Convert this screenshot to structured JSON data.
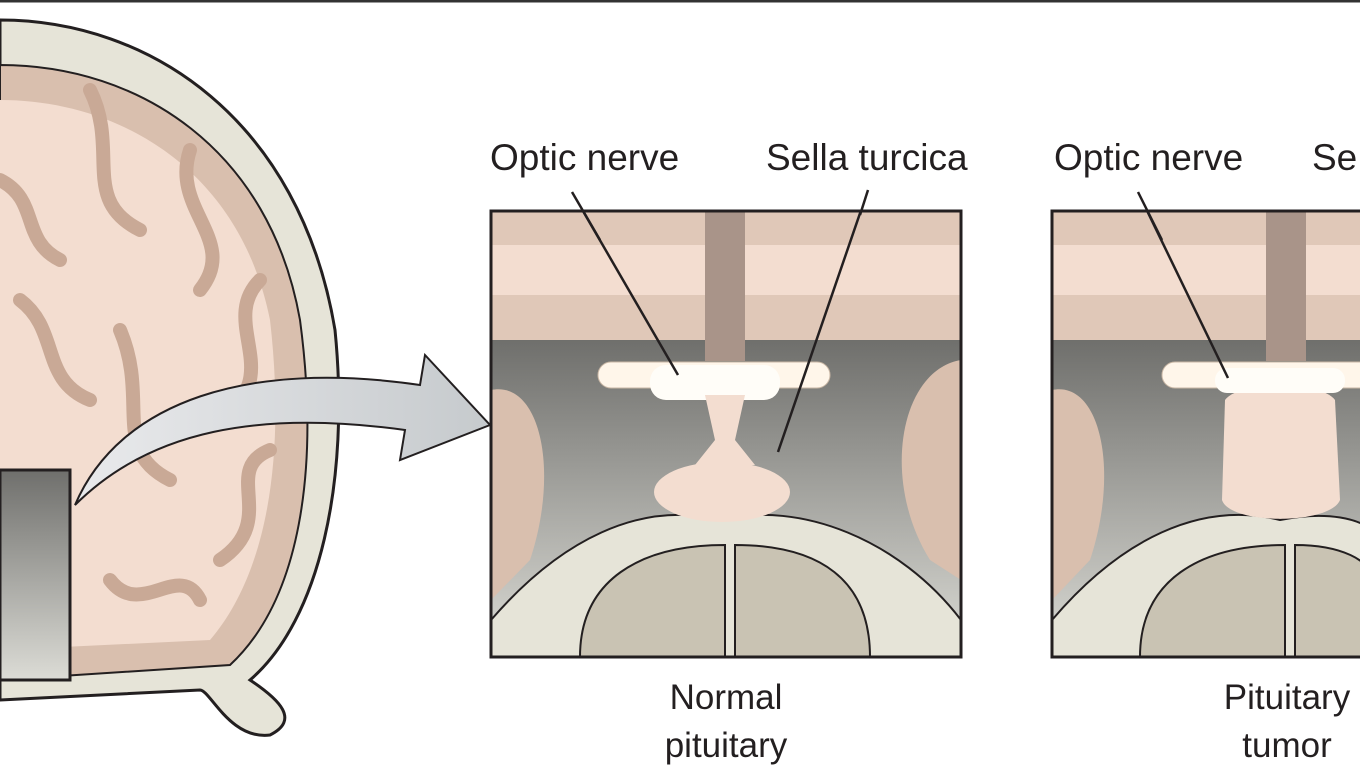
{
  "labels": {
    "panel_normal": {
      "optic_nerve": "Optic nerve",
      "sella_turcica": "Sella turcica",
      "caption_line1": "Normal",
      "caption_line2": "pituitary"
    },
    "panel_tumor": {
      "optic_nerve": "Optic nerve",
      "sella_turcica_partial": "Se",
      "caption_line1": "Pituitary",
      "caption_line2": "tumor"
    }
  },
  "colors": {
    "brain_tissue": "#f3ddd0",
    "gray_matter": "#d9bfae",
    "skull": "#e6e4d8",
    "dark_region": "#5a5a58",
    "arrow": "#d3d6d9",
    "nerve": "#fff6ea"
  }
}
